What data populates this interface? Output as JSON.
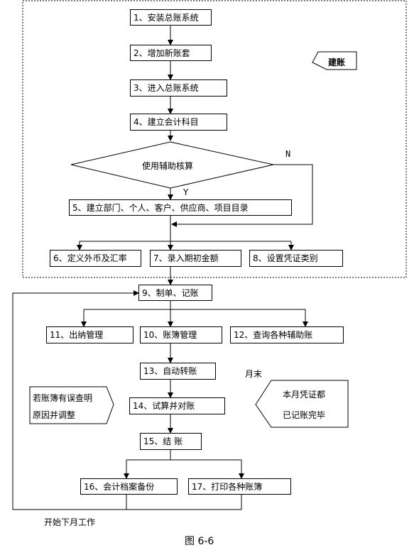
{
  "caption": "图 6-6",
  "note_setup": "建账",
  "note_month_end_title": "月末",
  "note_month_end_line1": "本月凭证都",
  "note_month_end_line2": "已记账完毕",
  "note_error_line1": "若账簿有误查明",
  "note_error_line2": "原因并调整",
  "decision_label": "使用辅助核算",
  "decision_yes": "Y",
  "decision_no": "N",
  "loop_label": "开始下月工作",
  "steps": {
    "s1": "1、安装总账系统",
    "s2": "2、增加新账套",
    "s3": "3、进入总账系统",
    "s4": "4、建立会计科目",
    "s5": "5、建立部门、个人、客户、供应商、项目目录",
    "s6": "6、定义外币及汇率",
    "s7": "7、录入期初金额",
    "s8": "8、设置凭证类别",
    "s9": "9、制单、记账",
    "s10": "10、账簿管理",
    "s11": "11、出纳管理",
    "s12": "12、查询各种辅助账",
    "s13": "13、自动转账",
    "s14": "14、试算并对账",
    "s15": "15、结 账",
    "s16": "16、会计档案备份",
    "s17": "17、打印各种账簿"
  }
}
